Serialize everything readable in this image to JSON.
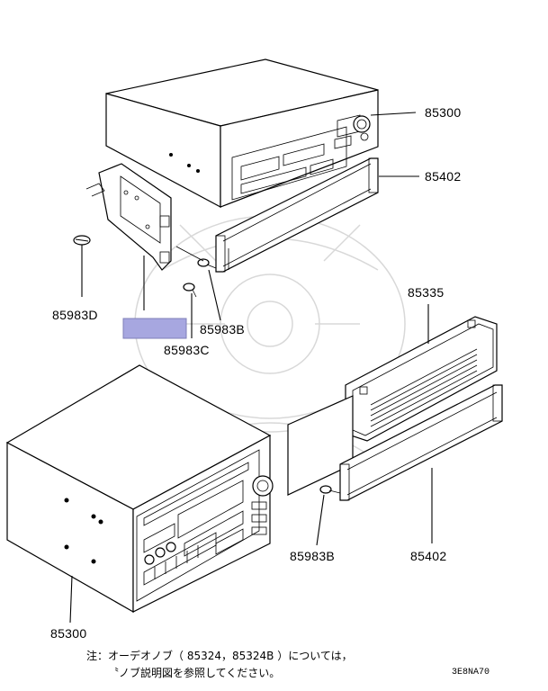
{
  "colors": {
    "highlight": "#a7a7e0",
    "ink": "#000000",
    "watermark": "#d4d4d4"
  },
  "labels": {
    "top_radio": "85300",
    "top_bracket": "85402",
    "side_screw_d": "85983D",
    "screw_b_top": "85983B",
    "screw_c": "85983C",
    "cover": "85335",
    "bottom_screw_b": "85983B",
    "bottom_bracket": "85402",
    "bottom_radio": "85300"
  },
  "note": {
    "line1": "注：オーデオノブ（ 85324，85324B ）については，",
    "line2": "〝ノブ説明図を参照してください。"
  },
  "diagram_code": "3E8NA70",
  "highlight_box": {
    "label": ""
  }
}
